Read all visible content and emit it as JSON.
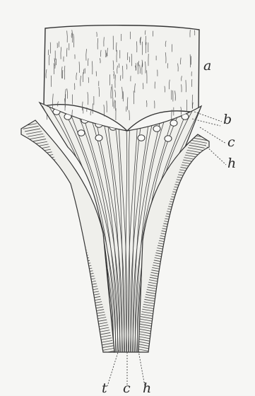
{
  "figure": {
    "labels": {
      "a": "a",
      "b": "b",
      "c_right": "c",
      "h_right": "h",
      "t_bottom": "t",
      "c_bottom": "c",
      "h_bottom": "h"
    },
    "colors": {
      "background": "#f6f6f4",
      "ink": "#2a2a2a"
    }
  }
}
